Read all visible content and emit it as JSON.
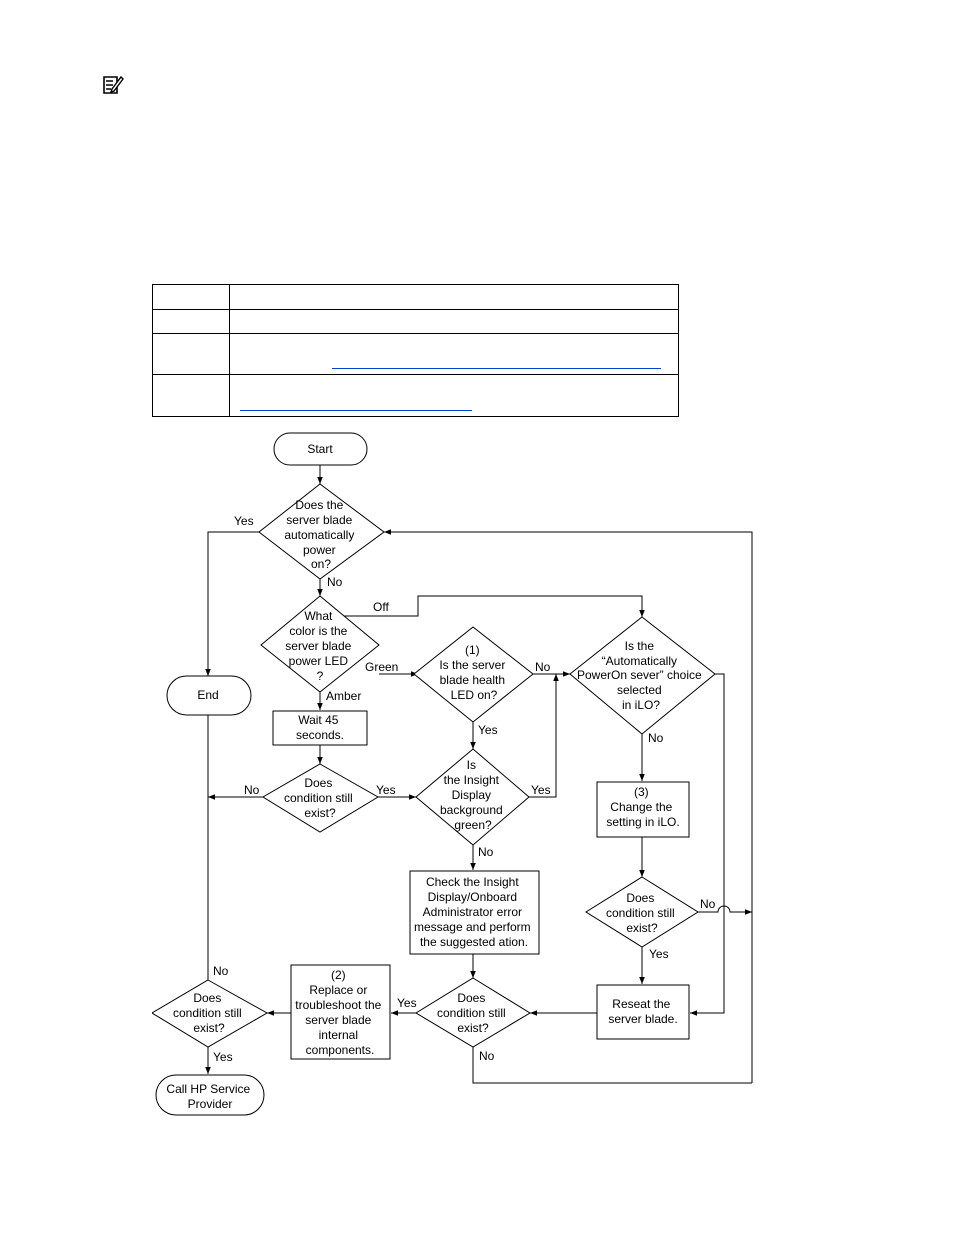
{
  "flowchart": {
    "nodes": {
      "start": [
        "Start"
      ],
      "q_auto_power": [
        "Does the",
        "server blade",
        "automatically",
        "power",
        "on?"
      ],
      "q_led_color": [
        "What",
        "color is the",
        "server blade",
        "power LED",
        "?"
      ],
      "end": [
        "End"
      ],
      "wait": [
        "Wait 45",
        "seconds."
      ],
      "q_cond1": [
        "Does",
        "condition still",
        "exist?"
      ],
      "q_health": [
        "(1)",
        "Is the server",
        "blade health",
        "LED on?"
      ],
      "q_insight": [
        "Is",
        "the Insight",
        "Display",
        "background",
        "green?"
      ],
      "q_auto_choice": [
        "Is the",
        "“Automatically",
        "PowerOn sever” choice",
        "selected",
        "in iLO?"
      ],
      "change_setting": [
        "(3)",
        "Change the",
        "setting in iLO."
      ],
      "check_insight": [
        "Check the Insight",
        "Display/Onboard",
        "Administrator error",
        "message and perform",
        "the suggested ation."
      ],
      "q_cond2": [
        "Does",
        "condition still",
        "exist?"
      ],
      "reseat": [
        "Reseat the",
        "server blade."
      ],
      "q_cond3": [
        "Does",
        "condition still",
        "exist?"
      ],
      "replace": [
        "(2)",
        "Replace or",
        "troubleshoot the",
        "server blade",
        "internal",
        "components."
      ],
      "q_cond4": [
        "Does",
        "condition still",
        "exist?"
      ],
      "call_hp": [
        "Call HP Service",
        "Provider"
      ]
    },
    "edge_labels": {
      "yes_auto": "Yes",
      "no_auto": "No",
      "off": "Off",
      "green": "Green",
      "amber": "Amber",
      "no_health": "No",
      "yes_health": "Yes",
      "no_cond1": "No",
      "yes_cond1": "Yes",
      "yes_insight": "Yes",
      "no_insight": "No",
      "no_choice": "No",
      "no_cond2": "No",
      "yes_cond2": "Yes",
      "yes_cond3": "Yes",
      "no_cond3": "No",
      "no_cond4": "No",
      "yes_cond4": "Yes"
    }
  }
}
